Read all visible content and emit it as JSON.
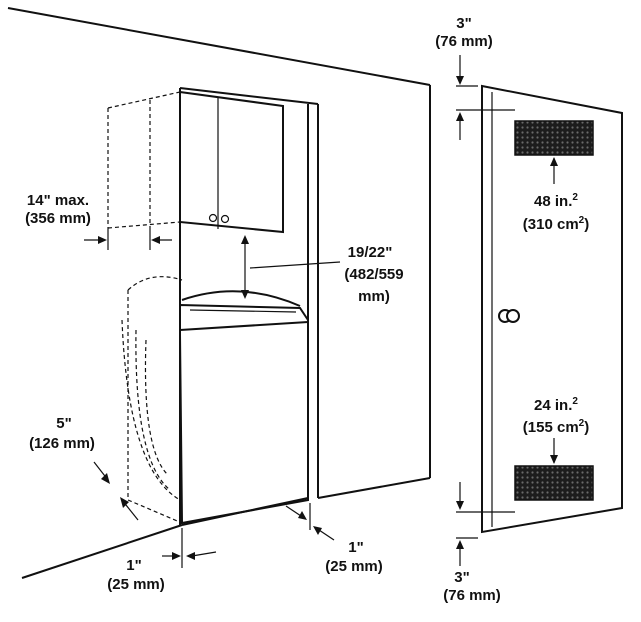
{
  "labels": {
    "top_gap": {
      "line1": "3\"",
      "line2": "(76 mm)"
    },
    "upper_vent": {
      "line1": "48 in.",
      "sup": "2",
      "line2": "(310 cm",
      "line2_sup": "2",
      "line2_end": ")"
    },
    "lower_vent": {
      "line1": "24 in.",
      "sup": "2",
      "line2": "(155 cm",
      "line2_sup": "2",
      "line2_end": ")"
    },
    "bottom_gap": {
      "line1": "3\"",
      "line2": "(76 mm)"
    },
    "cabinet_depth": {
      "line1": "14\" max.",
      "line2": "(356 mm)"
    },
    "cabinet_clearance": {
      "line1": "19/22\"",
      "line2": "(482/559",
      "line3": "mm)"
    },
    "front_clearance": {
      "line1": "5\"",
      "line2": "(126 mm)"
    },
    "side_left": {
      "line1": "1\"",
      "line2": "(25 mm)"
    },
    "side_right": {
      "line1": "1\"",
      "line2": "(25 mm)"
    }
  },
  "colors": {
    "line": "#111111",
    "vent_fill": "#2a2a2a",
    "background": "#ffffff"
  },
  "icons": {
    "door_knob": "door-knob-icon",
    "washer": "washer-icon",
    "cabinet": "cabinet-icon"
  }
}
